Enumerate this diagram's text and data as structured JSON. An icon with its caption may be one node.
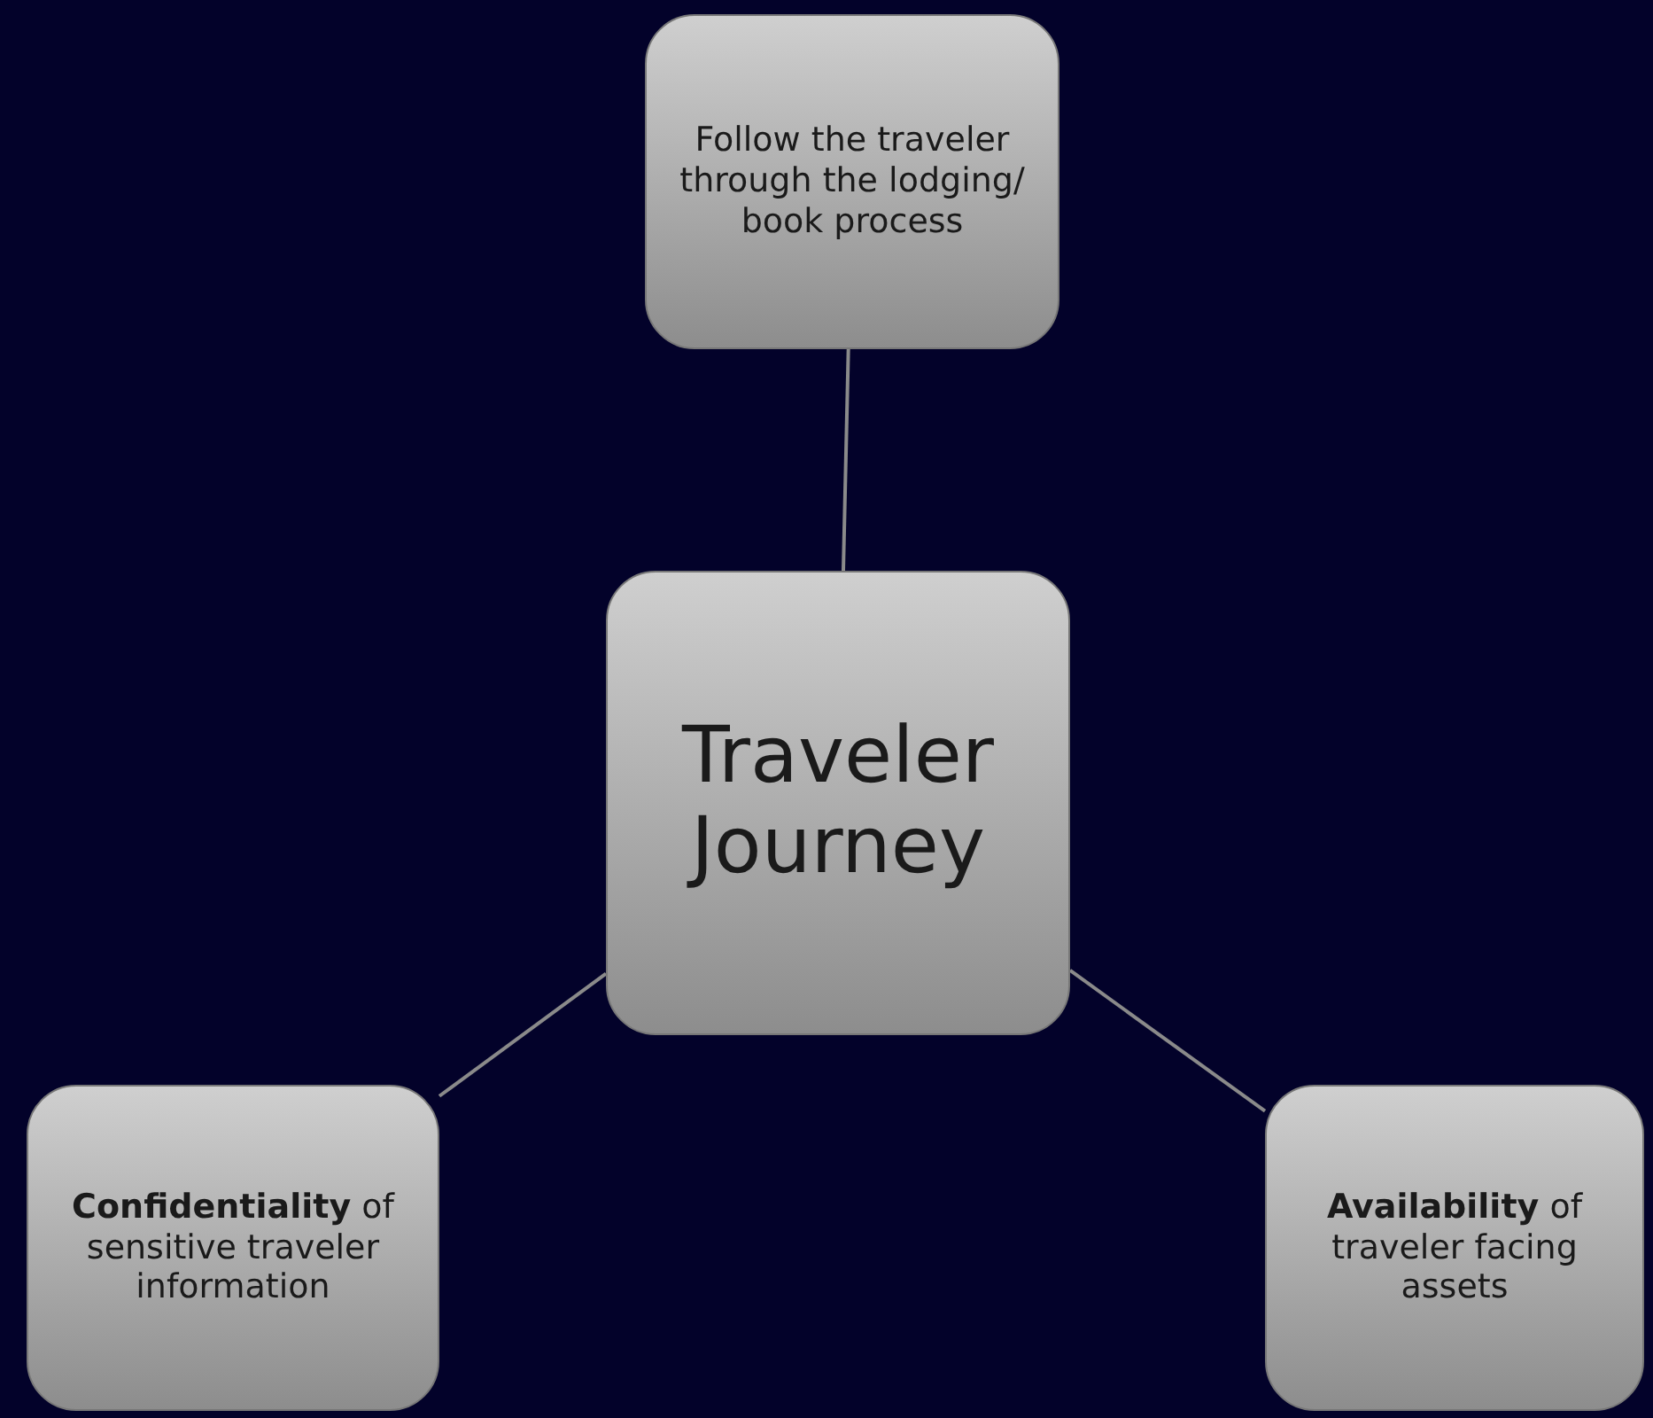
{
  "diagram": {
    "nodes": [
      {
        "text": [
          "Follow the traveler through the lodging/ book process"
        ]
      },
      {
        "text": [
          "Traveler Journey"
        ]
      },
      {
        "text": [
          "**Confidentiality** of sensitive traveler information"
        ]
      },
      {
        "text": [
          "**Availability** of traveler facing assets"
        ]
      }
    ],
    "edges": [
      {
        "from": 1,
        "to": 0,
        "arrow": "none"
      },
      {
        "from": 1,
        "to": 2,
        "arrow": "none"
      },
      {
        "from": 1,
        "to": 3,
        "arrow": "none"
      }
    ]
  }
}
